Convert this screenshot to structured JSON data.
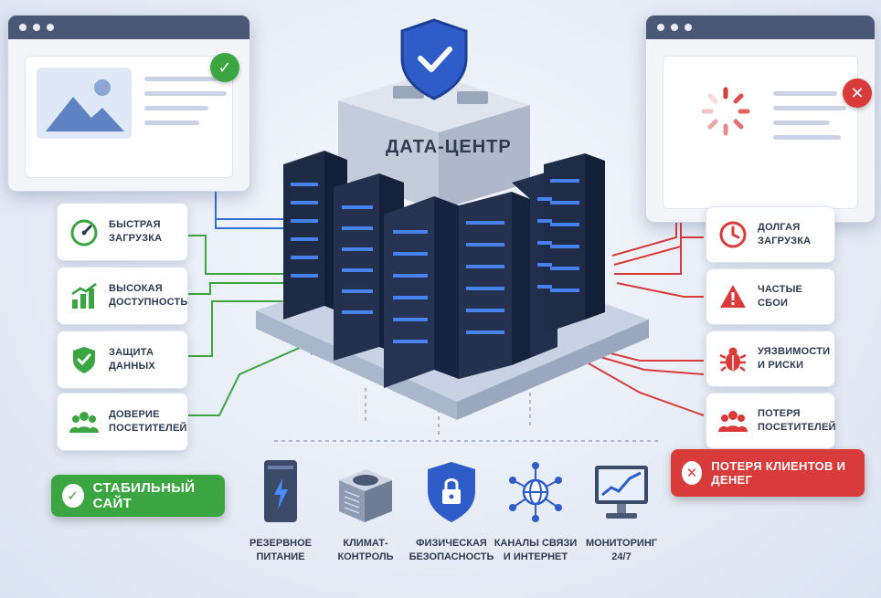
{
  "datacenter": {
    "label": "ДАТА-ЦЕНТР"
  },
  "left": {
    "features": [
      {
        "label": "БЫСТРАЯ\nЗАГРУЗКА",
        "icon": "speedometer-icon"
      },
      {
        "label": "ВЫСОКАЯ\nДОСТУПНОСТЬ",
        "icon": "growth-chart-icon"
      },
      {
        "label": "ЗАЩИТА\nДАННЫХ",
        "icon": "shield-check-icon"
      },
      {
        "label": "ДОВЕРИЕ\nПОСЕТИТЕЛЕЙ",
        "icon": "users-icon"
      }
    ],
    "status": "СТАБИЛЬНЫЙ САЙТ"
  },
  "right": {
    "features": [
      {
        "label": "ДОЛГАЯ\nЗАГРУЗКА",
        "icon": "clock-icon"
      },
      {
        "label": "ЧАСТЫЕ\nСБОИ",
        "icon": "warning-icon"
      },
      {
        "label": "УЯЗВИМОСТИ\nИ РИСКИ",
        "icon": "bug-icon"
      },
      {
        "label": "ПОТЕРЯ\nПОСЕТИТЕЛЕЙ",
        "icon": "users-icon"
      }
    ],
    "status": "ПОТЕРЯ КЛИЕНТОВ И ДЕНЕГ"
  },
  "infrastructure": [
    {
      "label": "РЕЗЕРВНОЕ\nПИТАНИЕ",
      "icon": "power-supply-icon"
    },
    {
      "label": "КЛИМАТ-\nКОНТРОЛЬ",
      "icon": "fan-icon"
    },
    {
      "label": "ФИЗИЧЕСКАЯ\nБЕЗОПАСНОСТЬ",
      "icon": "lock-shield-icon"
    },
    {
      "label": "КАНАЛЫ СВЯЗИ\nИ ИНТЕРНЕТ",
      "icon": "network-globe-icon"
    },
    {
      "label": "МОНИТОРИНГ\n24/7",
      "icon": "monitor-chart-icon"
    }
  ],
  "colors": {
    "good": "#3aa541",
    "bad": "#d93b3b",
    "accent": "#2e5cc8",
    "dark": "#4a5775"
  }
}
